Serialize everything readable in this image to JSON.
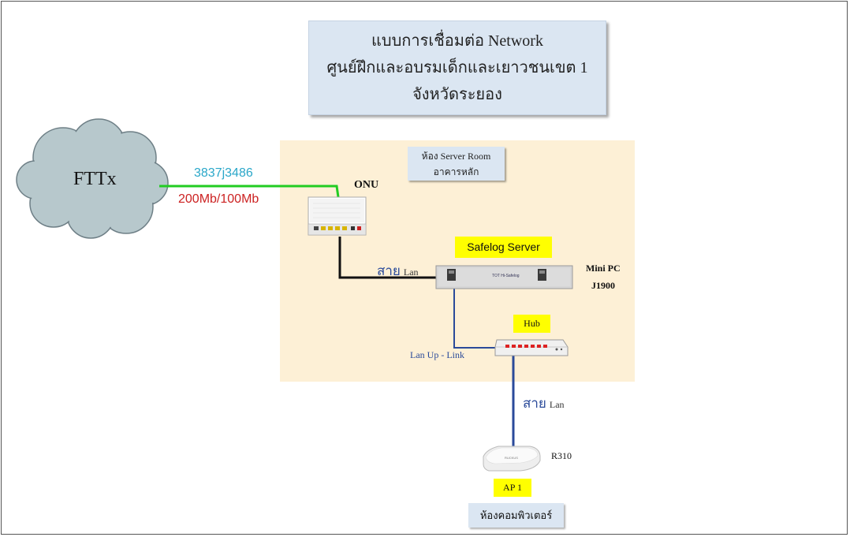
{
  "title": {
    "line1": "แบบการเชื่อมต่อ Network",
    "line2": "ศูนย์ฝึกและอบรมเด็กและเยาวชนเขต 1",
    "line3": "จังหวัดระยอง"
  },
  "cloud": {
    "label": "FTTx"
  },
  "fiber": {
    "circuit_id": "3837j3486",
    "speed": "200Mb/100Mb"
  },
  "room": {
    "line1": "ห้อง Server Room",
    "line2": "อาคารหลัก"
  },
  "onu": {
    "label": "ONU"
  },
  "server": {
    "tag": "Safelog Server",
    "model_line1": "Mini PC",
    "model_line2": "J1900",
    "front_text": "TOT Hi-Safelog"
  },
  "cable1": {
    "thai": "สาย",
    "lan": "Lan"
  },
  "hub": {
    "tag": "Hub",
    "uplink": "Lan Up - Link"
  },
  "cable2": {
    "thai": "สาย",
    "lan": "Lan"
  },
  "ap": {
    "model": "R310",
    "tag": "AP 1",
    "room": "ห้องคอมพิวเตอร์"
  },
  "colors": {
    "fiber": "#22cc22",
    "lan": "#2a4a9a",
    "highlight": "#ffff00",
    "box": "#dbe6f2",
    "area": "#fdf0d6",
    "cloud": "#b7c8cc"
  }
}
